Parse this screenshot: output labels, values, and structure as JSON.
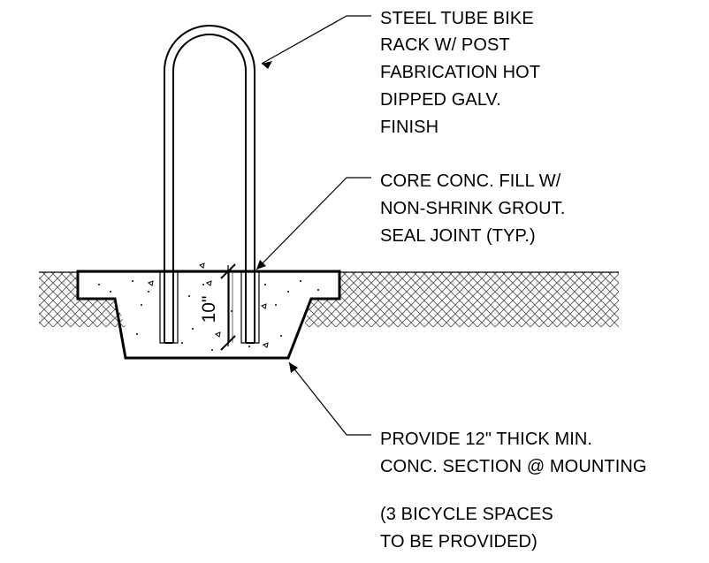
{
  "notes": {
    "rack": [
      "STEEL TUBE BIKE",
      "RACK W/ POST",
      "FABRICATION HOT",
      "DIPPED GALV.",
      "FINISH"
    ],
    "grout": [
      "CORE CONC. FILL W/",
      "NON-SHRINK GROUT.",
      "SEAL JOINT (TYP.)"
    ],
    "section": [
      "PROVIDE 12\" THICK MIN.",
      "CONC. SECTION @ MOUNTING"
    ],
    "spaces": [
      "(3 BICYCLE SPACES",
      "TO BE PROVIDED)"
    ]
  },
  "dimension": {
    "embed_depth": "10\""
  },
  "icons": {
    "ground": "earth-hatch-icon",
    "aggregate": "concrete-aggregate-icon"
  },
  "colors": {
    "line": "#000000",
    "hatch": "#555555",
    "background": "#ffffff"
  }
}
